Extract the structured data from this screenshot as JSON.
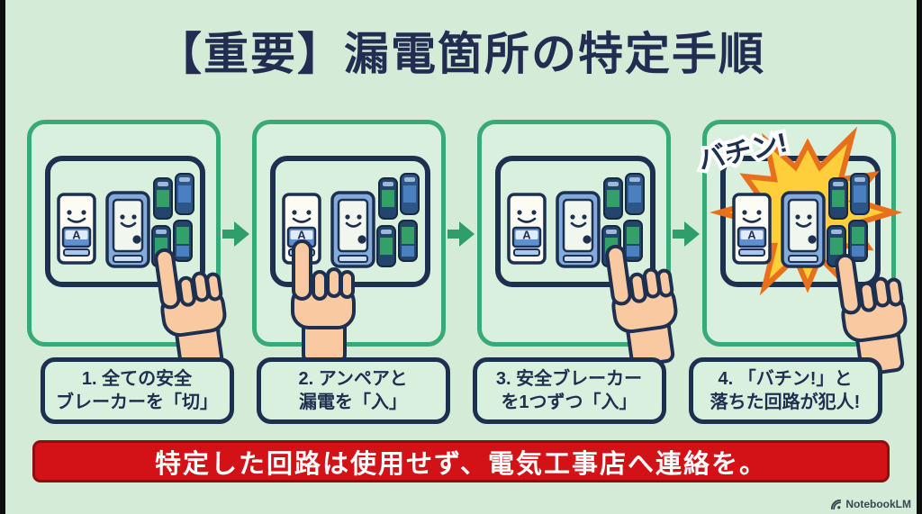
{
  "title": "【重要】漏電箇所の特定手順",
  "flow": {
    "bang_label": "バチン!",
    "amp_label": "A",
    "arrow_icon": "arrow-right",
    "panel_count": 4
  },
  "steps": [
    {
      "line1": "1. 全ての安全",
      "line2": "ブレーカーを「切」"
    },
    {
      "line1": "2. アンペアと",
      "line2": "漏電を「入」"
    },
    {
      "line1": "3. 安全ブレーカー",
      "line2": "を1つずつ「入」"
    },
    {
      "line1": "4. 「バチン!」と",
      "line2": "落ちた回路が犯人!"
    }
  ],
  "banner": {
    "text": "特定した回路は使用せず、電気工事店へ連絡を。"
  },
  "watermark": {
    "icon": "notebooklm-logo",
    "text": "NotebookLM"
  },
  "colors": {
    "background": "#d4ebd8",
    "panel_fill": "#d9f0de",
    "panel_border_green": "#3aa97a",
    "navy": "#1e3050",
    "arrow_green": "#2f9e6b",
    "banner_red": "#d31217",
    "banner_border": "#8f0d0f",
    "burst_yellow": "#ffce3b",
    "burst_orange": "#e7701d",
    "hand_peach": "#f9c9a2",
    "breaker_switch_blue": "#5d90d2",
    "leakage_breaker_blue": "#82abdb",
    "toggle_green": "#33a06a",
    "toggle_blue": "#4a80c0"
  }
}
